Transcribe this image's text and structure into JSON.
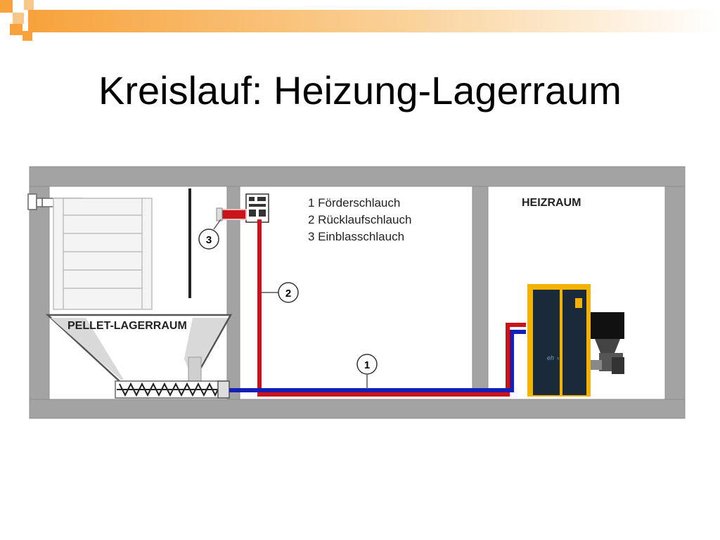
{
  "slide": {
    "title": "Kreislauf: Heizung-Lagerraum",
    "accent_color": "#F7A23B"
  },
  "diagram": {
    "legend": [
      "1 Förderschlauch",
      "2 Rücklaufschlauch",
      "3 Einblasschlauch"
    ],
    "room_labels": {
      "boiler_room": "HEIZRAUM",
      "storage_room": "PELLET-LAGERRAUM"
    },
    "callouts": [
      "1",
      "2",
      "3"
    ],
    "colors": {
      "wall": "#A3A3A3",
      "return_hose": "#C8141A",
      "supply_hose": "#1420B8",
      "boiler_body": "#1A2A3A",
      "boiler_trim": "#F2B400"
    }
  }
}
